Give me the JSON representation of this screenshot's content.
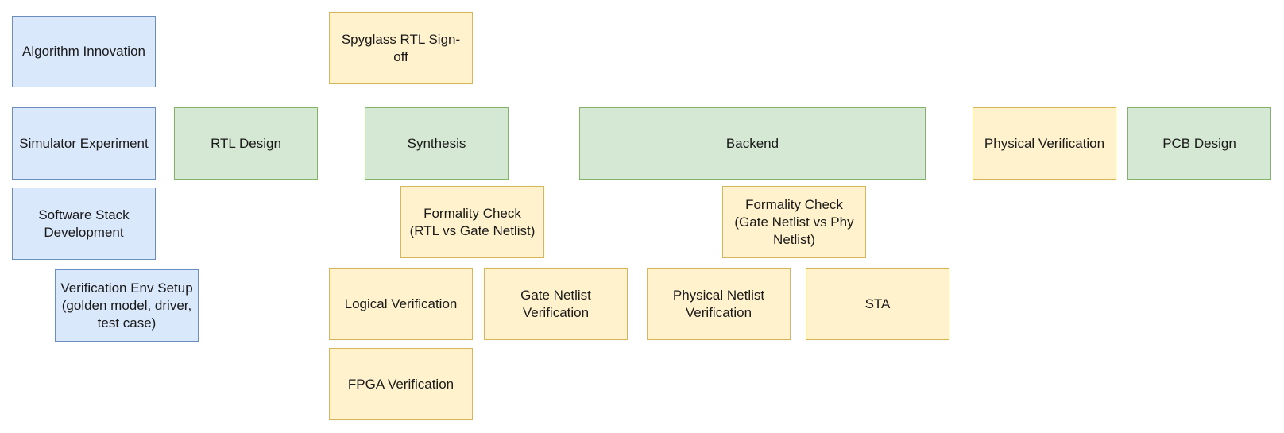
{
  "diagram": {
    "colors": {
      "blue_fill": "#dae8fc",
      "blue_stroke": "#6c8ebf",
      "green_fill": "#d5e8d4",
      "green_stroke": "#82b366",
      "yellow_fill": "#fff2cc",
      "yellow_stroke": "#d6b656"
    },
    "nodes": {
      "algorithm_innovation": "Algorithm Innovation",
      "simulator_experiment": "Simulator Experiment",
      "software_stack_development": "Software Stack\nDevelopment",
      "verification_env_setup": "Verification Env Setup\n(golden model, driver,\ntest case)",
      "rtl_design": "RTL Design",
      "spyglass_rtl_signoff": "Spyglass RTL Sign-\noff",
      "synthesis": "Synthesis",
      "formality_check_rtl": "Formality Check\n(RTL vs Gate Netlist)",
      "logical_verification": "Logical Verification",
      "fpga_verification": "FPGA Verification",
      "gate_netlist_verification": "Gate Netlist\nVerification",
      "backend": "Backend",
      "formality_check_gate": "Formality Check\n(Gate Netlist vs Phy\nNetlist)",
      "physical_netlist_verification": "Physical Netlist\nVerification",
      "sta": "STA",
      "physical_verification": "Physical Verification",
      "pcb_design": "PCB Design"
    }
  }
}
